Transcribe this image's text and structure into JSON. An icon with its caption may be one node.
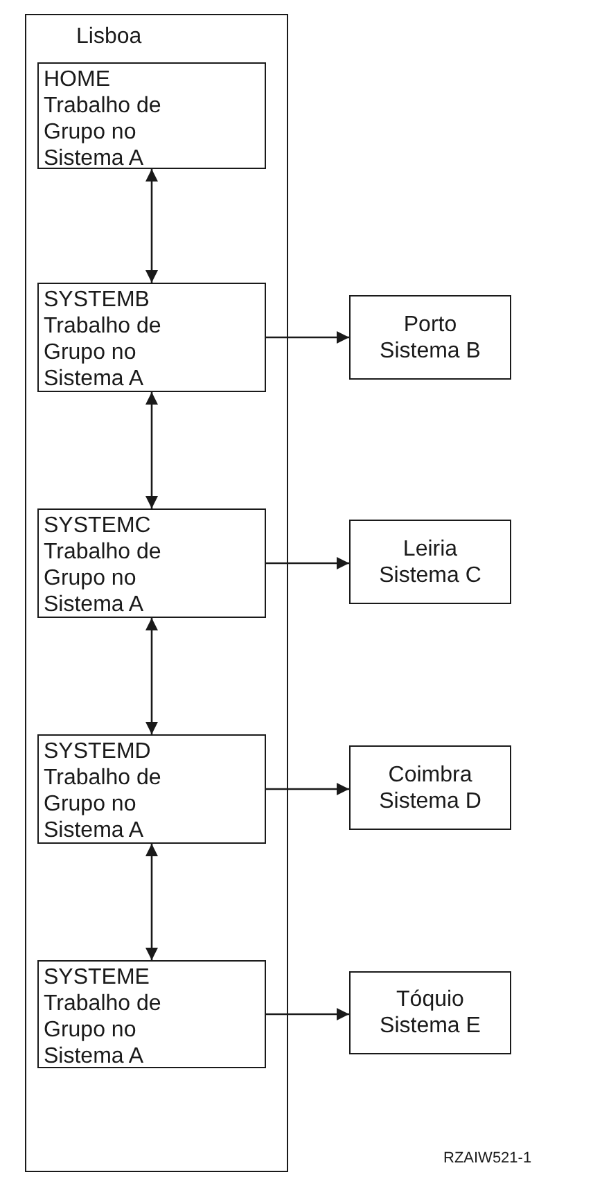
{
  "diagram": {
    "nodes": [
      {
        "text": [
          "Lisboa"
        ]
      },
      {
        "text": [
          "HOME Trabalho de Grupo no Sistema A"
        ],
        "in": 0
      },
      {
        "text": [
          "SYSTEMB Trabalho de Grupo no Sistema A"
        ],
        "in": 0
      },
      {
        "text": [
          "SYSTEMC Trabalho de Grupo no Sistema A"
        ],
        "in": 0
      },
      {
        "text": [
          "SYSTEMD Trabalho de Grupo no Sistema A"
        ],
        "in": 0
      },
      {
        "text": [
          "SYSTEME Trabalho de Grupo no Sistema A"
        ],
        "in": 0
      },
      {
        "text": [
          "Porto Sistema B"
        ]
      },
      {
        "text": [
          "Leiria Sistema C"
        ]
      },
      {
        "text": [
          "Coimbra Sistema D"
        ]
      },
      {
        "text": [
          "Tóquio Sistema E"
        ]
      }
    ],
    "edges": [
      {
        "from": 1,
        "to": 2,
        "arrow": "both"
      },
      {
        "from": 2,
        "to": 6,
        "arrow": "to"
      },
      {
        "from": 2,
        "to": 3,
        "arrow": "both"
      },
      {
        "from": 3,
        "to": 7,
        "arrow": "to"
      },
      {
        "from": 3,
        "to": 4,
        "arrow": "both"
      },
      {
        "from": 4,
        "to": 8,
        "arrow": "to"
      },
      {
        "from": 4,
        "to": 5,
        "arrow": "both"
      },
      {
        "from": 5,
        "to": 9,
        "arrow": "to"
      }
    ],
    "labels": [
      "RZAIW521-1"
    ]
  }
}
